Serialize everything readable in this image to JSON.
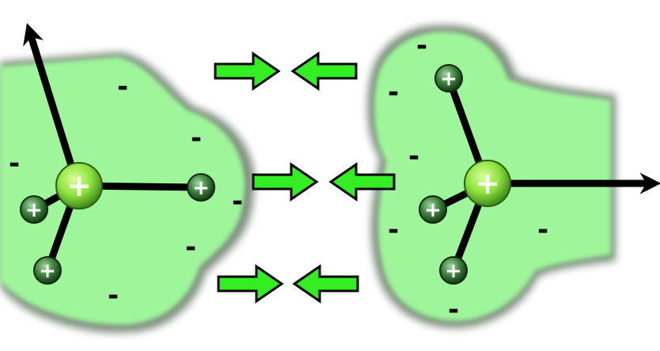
{
  "colors": {
    "cloud_fill": "#9ef59a",
    "cloud_shadow": "#7a8a7a",
    "bond": "#000000",
    "central_atom": "#7fe04a",
    "hydrogen_atom": "#3a7a3a",
    "arrow_fill": "#33ee22",
    "arrow_stroke": "#000000",
    "charge_sign": "#000000",
    "plus_sign": "#ffffff"
  },
  "molecules": [
    {
      "name": "left-molecule",
      "central_charge": "+",
      "partial_negative_sign": "-",
      "hydrogen_charge": "+"
    },
    {
      "name": "right-molecule",
      "central_charge": "+",
      "partial_negative_sign": "-",
      "hydrogen_charge": "+"
    }
  ],
  "attraction_arrow_pairs": 3
}
